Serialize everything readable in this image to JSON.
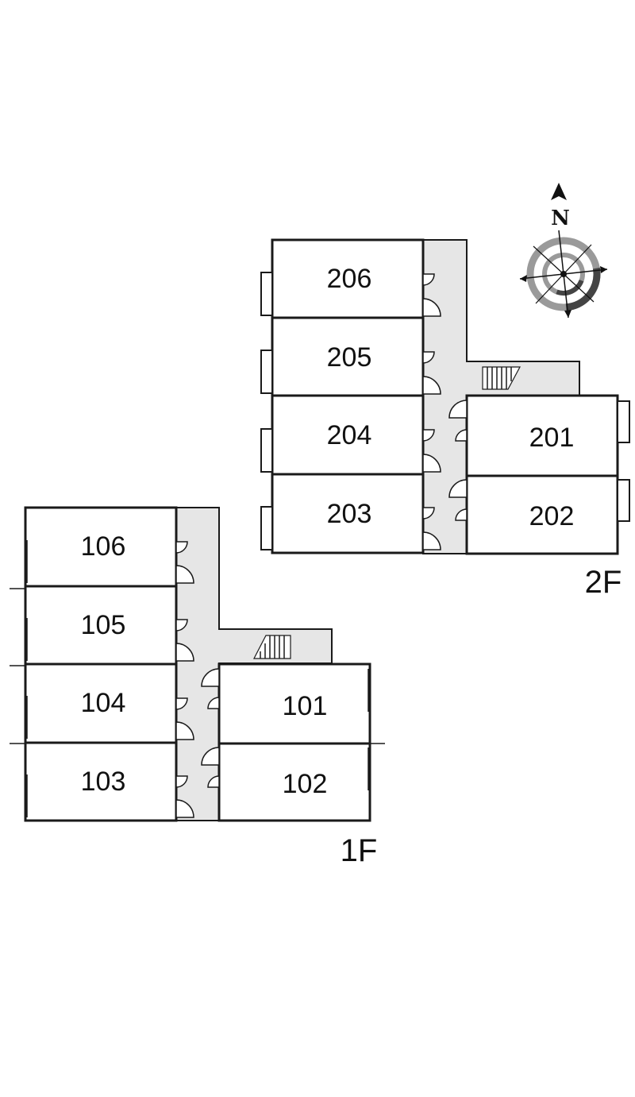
{
  "floors": {
    "second": {
      "label": "2F",
      "rooms": [
        "206",
        "205",
        "204",
        "203",
        "201",
        "202"
      ]
    },
    "first": {
      "label": "1F",
      "rooms": [
        "106",
        "105",
        "104",
        "103",
        "101",
        "102"
      ]
    }
  },
  "compass": {
    "north_label": "N",
    "icon": "compass-rose-icon"
  },
  "colors": {
    "corridor": "#e6e6e6",
    "line": "#1a1a1a",
    "compass_ring": "#9a9a9a"
  }
}
